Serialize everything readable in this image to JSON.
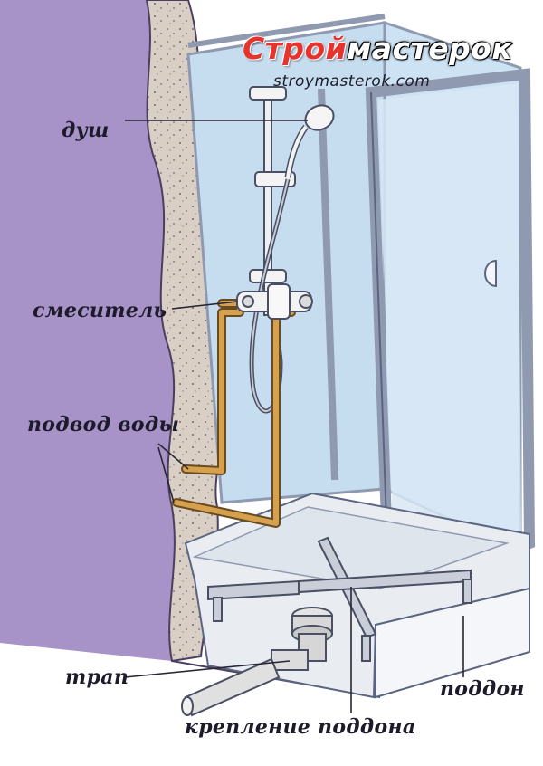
{
  "brand": {
    "name_part1": "Строй",
    "name_part2": "мастерок",
    "url": "stroymasterok.com"
  },
  "labels": {
    "shower": "душ",
    "mixer": "смеситель",
    "water_supply": "подвод воды",
    "drain": "трап",
    "tray": "поддон",
    "tray_mount": "крепление поддона"
  },
  "colors": {
    "wall": "#a893c8",
    "glass": "#c6dcef",
    "frame": "#8f99b0",
    "pipe": "#d6a14e",
    "tray": "#e9edf2"
  }
}
